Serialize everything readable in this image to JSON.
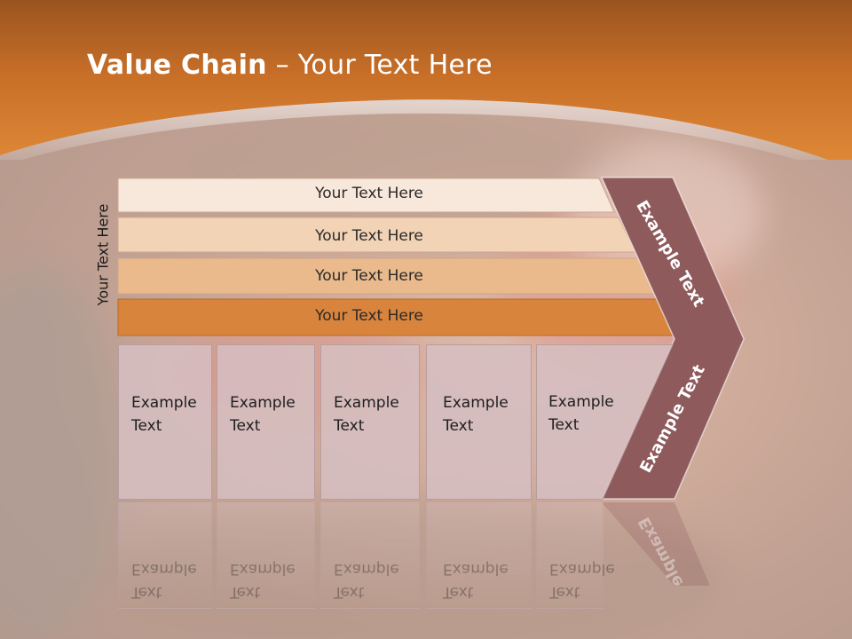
{
  "title": {
    "bold": "Value Chain",
    "rest": " – Your Text Here"
  },
  "side_label": "Your Text Here",
  "bars": [
    {
      "label": "Your Text Here",
      "color": "#f8e8dc"
    },
    {
      "label": "Your Text Here",
      "color": "#f2d3b6"
    },
    {
      "label": "Your Text Here",
      "color": "#eab98c"
    },
    {
      "label": "Your Text Here",
      "color": "#d9843c"
    }
  ],
  "columns": [
    {
      "line1": "Example",
      "line2": "Text"
    },
    {
      "line1": "Example",
      "line2": "Text"
    },
    {
      "line1": "Example",
      "line2": "Text"
    },
    {
      "line1": "Example",
      "line2": "Text"
    },
    {
      "line1": "Example",
      "line2": "Text"
    }
  ],
  "chevron": {
    "upper_label": "Example Text",
    "lower_label": "Example Text",
    "reflection_label": "Example",
    "color": "#8f5a5c"
  },
  "colors": {
    "header_orange": "#d8802f",
    "header_dark": "#a55a1c"
  }
}
